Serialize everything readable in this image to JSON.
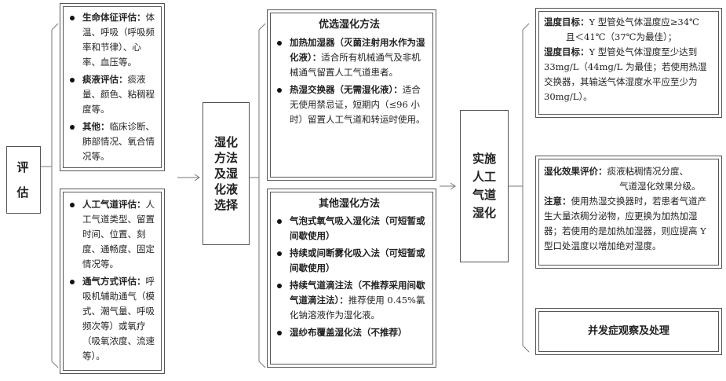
{
  "assess": {
    "label_1": "评",
    "label_2": "估",
    "group1": [
      {
        "title": "生命体征评估：",
        "text": "体温、呼吸（呼吸频率和节律）、心率、血压等。"
      },
      {
        "title": "痰液评估：",
        "text": "痰液量、颜色、粘稠程度等。"
      },
      {
        "title": "其他：",
        "text": "临床诊断、肺部情况、氧合情况等。"
      }
    ],
    "group2": [
      {
        "title": "人工气道评估：",
        "text": "人工气道类型、留置时间、位置、刻度、通畅度、固定情况等。"
      },
      {
        "title": "通气方式评估：",
        "text": "呼吸机辅助通气（模式、潮气量、呼吸频次等）或氧疗（吸氧浓度、流速等）。"
      }
    ]
  },
  "method_select": {
    "lines": [
      "湿化",
      "方法",
      "及湿",
      "化液",
      "选择"
    ]
  },
  "preferred": {
    "title": "优选湿化方法",
    "items": [
      {
        "title": "加热加湿器（灭菌注射用水作为湿化液）：",
        "text": "适合所有机械通气及非机械通气留置人工气道患者。"
      },
      {
        "title": "热湿交换器（无需湿化液）：",
        "text": "适合无使用禁忌证，短期内（≤96 小时）留置人工气道和转运时使用。"
      }
    ]
  },
  "other": {
    "title": "其他湿化方法",
    "items": [
      {
        "title": "气泡式氧气吸入湿化法（可短暂或间歇使用）",
        "text": ""
      },
      {
        "title": "持续或间断雾化吸入法（可短暂或间歇使用）",
        "text": ""
      },
      {
        "title": "持续气道滴注法（不推荐采用间歇气道滴注法）：",
        "text": "推荐使用 0.45%氯化钠溶液作为湿化液。"
      },
      {
        "title": "湿纱布覆盖湿化法（不推荐）",
        "text": ""
      }
    ]
  },
  "implement": {
    "lines": [
      "实施",
      "人工",
      "气道",
      "湿化"
    ]
  },
  "targets": {
    "temp_label": "温度目标：",
    "temp_text_1": "Y 型管处气体温度应≥34℃",
    "temp_text_2": "且＜41℃（37℃为最佳）；",
    "humid_label": "湿度目标：",
    "humid_text": "Y 型管处气体湿度至少达到 33mg/L（44mg/L 为最佳；若使用热湿交换器，其输送气体湿度水平应至少为 30mg/L）。"
  },
  "evaluation": {
    "label": "湿化效果评价：",
    "text_1": "痰液粘稠情况分度、",
    "text_2": "气道湿化效果分级。",
    "note_label": "注意：",
    "note_text": "使用热湿交换器时，若患者气道产生大量浓稠分泌物，应更换为加热加湿器；若使用的是加热加湿器，则应提高 Y 型口处温度以增加绝对湿度。"
  },
  "complication": {
    "label": "并发症观察及处理"
  }
}
